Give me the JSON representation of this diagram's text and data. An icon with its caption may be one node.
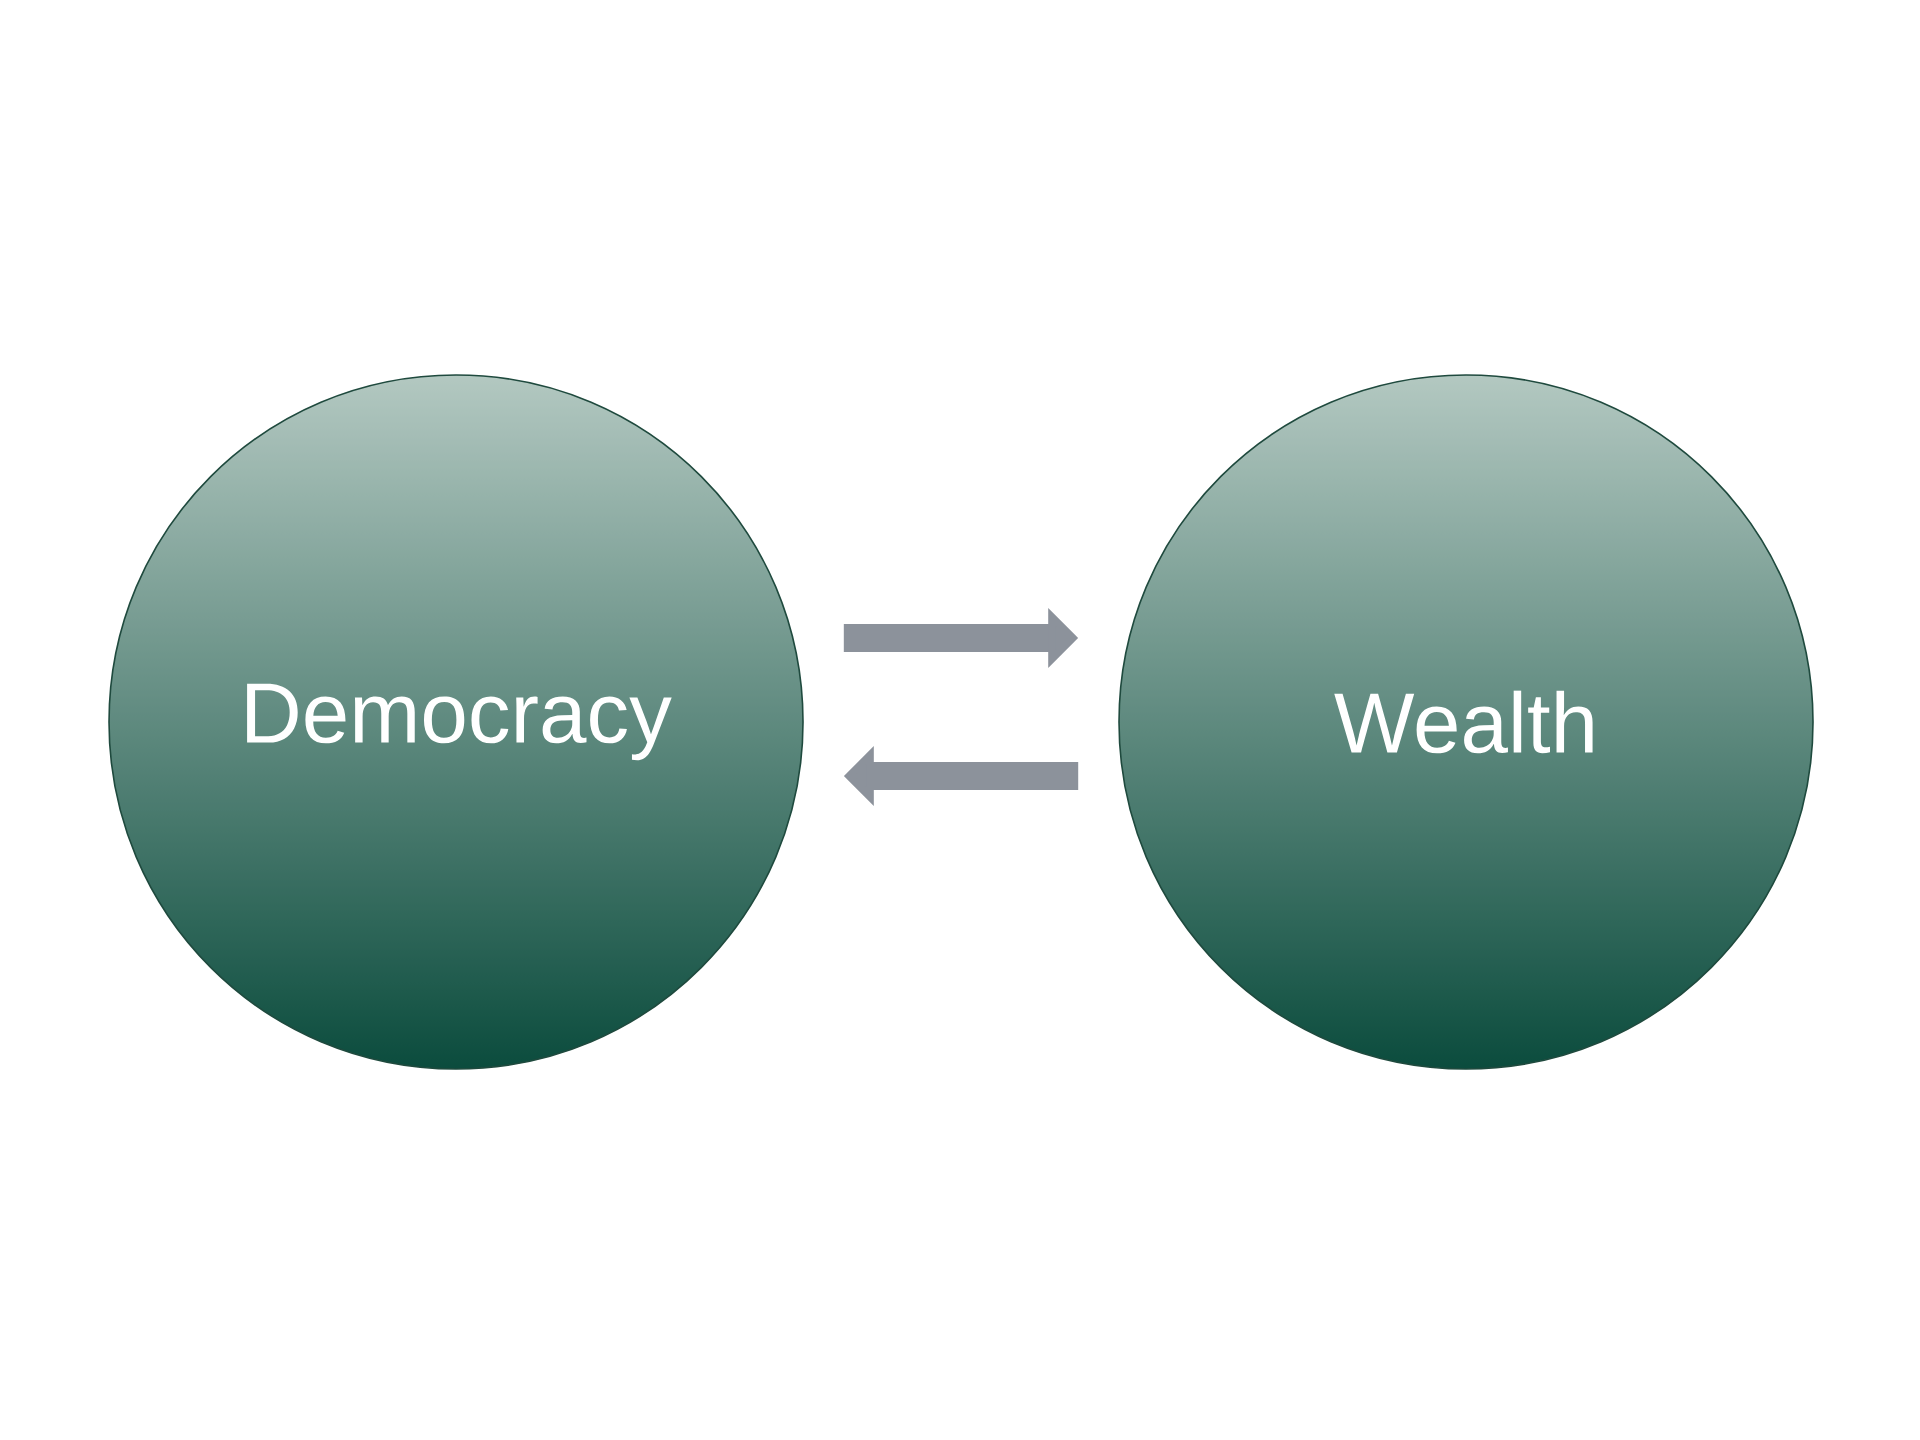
{
  "diagram": {
    "nodes": [
      {
        "text": [
          "Democracy"
        ]
      },
      {
        "text": [
          "Wealth"
        ]
      }
    ],
    "edges": [
      {
        "from": 0,
        "to": 1,
        "arrow": "to"
      },
      {
        "from": 1,
        "to": 0,
        "arrow": "to"
      }
    ]
  }
}
